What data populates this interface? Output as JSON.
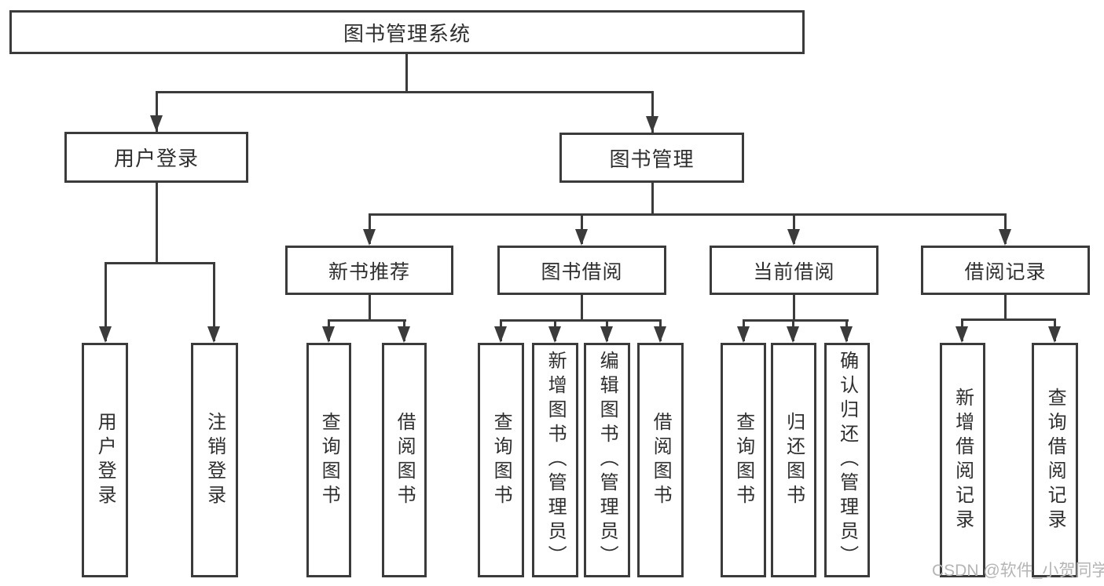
{
  "tree": {
    "root": "图书管理系统",
    "children": [
      {
        "label": "用户登录",
        "children": [
          "用户登录",
          "注销登录"
        ]
      },
      {
        "label": "图书管理",
        "children": [
          {
            "label": "新书推荐",
            "children": [
              "查询图书",
              "借阅图书"
            ]
          },
          {
            "label": "图书借阅",
            "children": [
              "查询图书",
              "新增图书（管理员）",
              "编辑图书（管理员）",
              "借阅图书"
            ]
          },
          {
            "label": "当前借阅",
            "children": [
              "查询图书",
              "归还图书",
              "确认归还（管理员）"
            ]
          },
          {
            "label": "借阅记录",
            "children": [
              "新增借阅记录",
              "查询借阅记录"
            ]
          }
        ]
      }
    ]
  },
  "colors": {
    "line": "#3b3b3b",
    "text": "#2f2f2f",
    "watermark": "#b5b5b5",
    "background": "#ffffff"
  },
  "watermark": {
    "text": "CSDN @软件_小贺同学"
  }
}
